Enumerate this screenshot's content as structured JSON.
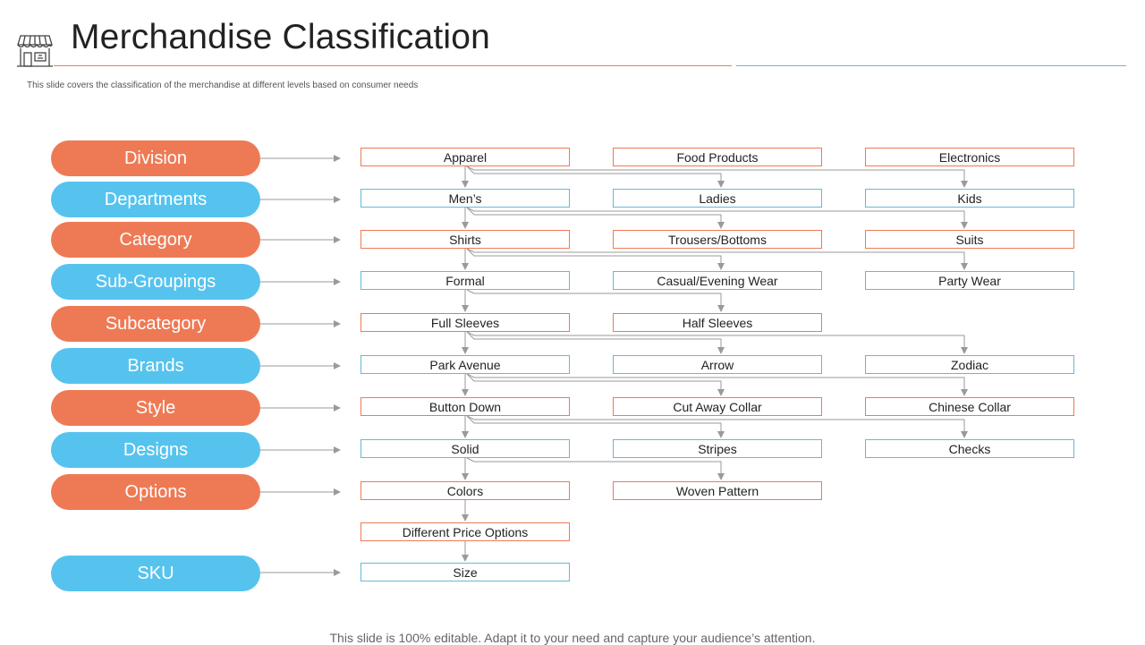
{
  "header": {
    "title": "Merchandise Classification",
    "subtitle": "This slide covers the classification of the merchandise at different levels based on consumer needs",
    "icon": "storefront-icon"
  },
  "footer": {
    "text": "This slide is 100% editable. Adapt it to your need and capture your audience’s attention."
  },
  "colors": {
    "orange": "#ee7a55",
    "blue": "#56c3ee",
    "blue_border": "#66b8d8",
    "arrow": "#9a9a9a"
  },
  "levels": [
    {
      "label": "Division",
      "color": "orange",
      "items": [
        "Apparel",
        "Food Products",
        "Electronics"
      ]
    },
    {
      "label": "Departments",
      "color": "blue",
      "items": [
        "Men’s",
        "Ladies",
        "Kids"
      ]
    },
    {
      "label": "Category",
      "color": "orange",
      "items": [
        "Shirts",
        "Trousers/Bottoms",
        "Suits"
      ]
    },
    {
      "label": "Sub-Groupings",
      "color": "blue",
      "items": [
        "Formal",
        "Casual/Evening Wear",
        "Party Wear"
      ]
    },
    {
      "label": "Subcategory",
      "color": "orange",
      "items": [
        "Full Sleeves",
        "Half Sleeves"
      ]
    },
    {
      "label": "Brands",
      "color": "blue",
      "items": [
        "Park Avenue",
        "Arrow",
        "Zodiac"
      ]
    },
    {
      "label": "Style",
      "color": "orange",
      "items": [
        "Button Down",
        "Cut Away Collar",
        "Chinese Collar"
      ]
    },
    {
      "label": "Designs",
      "color": "blue",
      "items": [
        "Solid",
        "Stripes",
        "Checks"
      ]
    },
    {
      "label": "Options",
      "color": "orange",
      "items": [
        "Colors",
        "Woven Pattern"
      ]
    },
    {
      "label": "",
      "color": "orange",
      "items": [
        "Different Price Options"
      ]
    },
    {
      "label": "SKU",
      "color": "blue",
      "items": [
        "Size"
      ]
    }
  ]
}
